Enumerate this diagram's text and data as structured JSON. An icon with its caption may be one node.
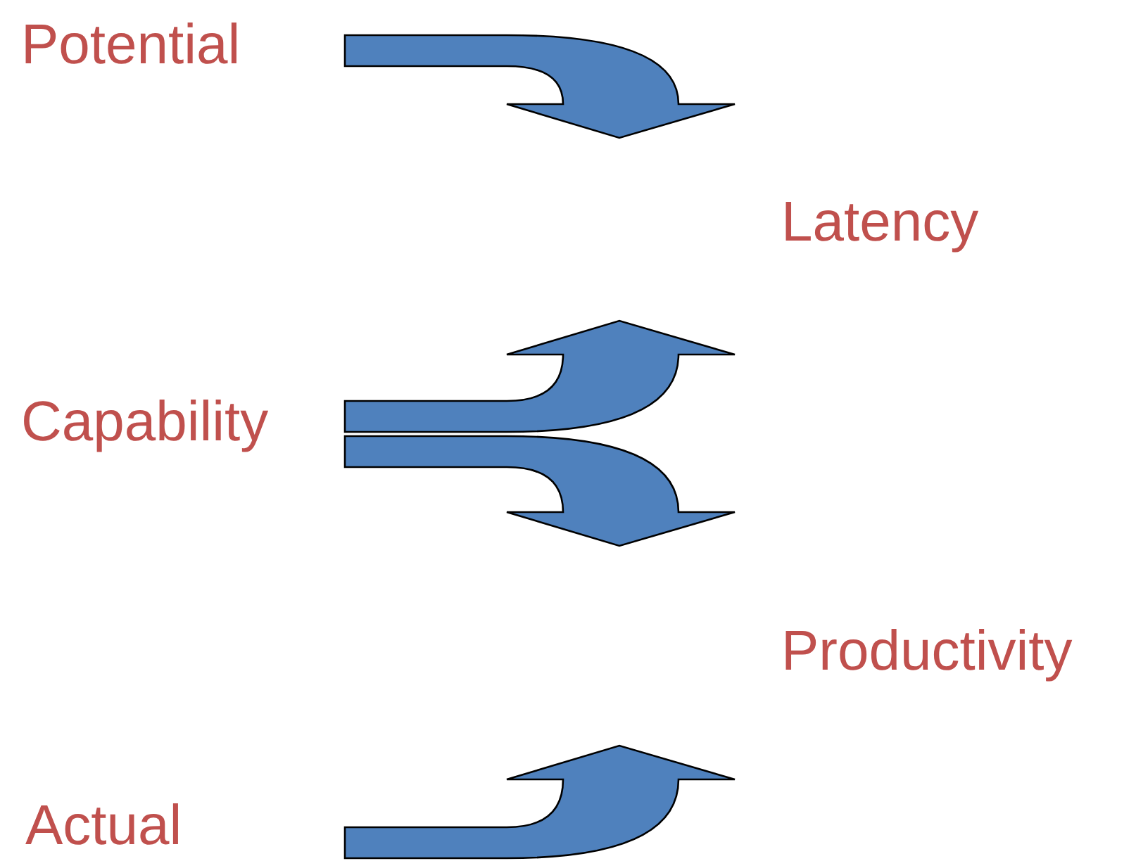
{
  "diagram": {
    "nodes": [
      {
        "text": [
          "Potential"
        ]
      },
      {
        "text": [
          "Latency"
        ]
      },
      {
        "text": [
          "Capability"
        ]
      },
      {
        "text": [
          "Productivity"
        ]
      },
      {
        "text": [
          "Actual"
        ]
      }
    ],
    "edges": [
      {
        "from": 0,
        "to": 1,
        "arrow": "to"
      },
      {
        "from": 2,
        "to": 1,
        "arrow": "to"
      },
      {
        "from": 2,
        "to": 3,
        "arrow": "to"
      },
      {
        "from": 4,
        "to": 3,
        "arrow": "to"
      }
    ]
  }
}
